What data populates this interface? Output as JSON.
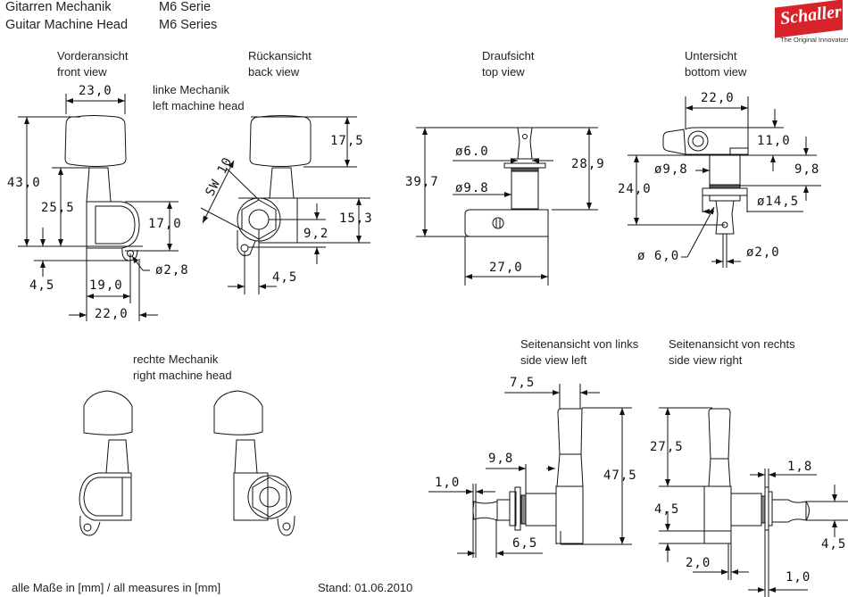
{
  "header": {
    "title_de": "Gitarren Mechanik",
    "title_en": "Guitar Machine Head",
    "series_de": "M6 Serie",
    "series_en": "M6 Series"
  },
  "logo": {
    "brand": "Schaller",
    "tagline": "The Original Innovators",
    "color": "#d8232a"
  },
  "views": {
    "front": {
      "de": "Vorderansicht",
      "en": "front view"
    },
    "back": {
      "de": "Rückansicht",
      "en": "back view"
    },
    "top": {
      "de": "Draufsicht",
      "en": "top view"
    },
    "bottom": {
      "de": "Untersicht",
      "en": "bottom view"
    },
    "left_head": {
      "de": "linke Mechanik",
      "en": "left machine head"
    },
    "right_head": {
      "de": "rechte Mechanik",
      "en": "right machine head"
    },
    "side_left": {
      "de": "Seitenansicht von links",
      "en": "side view left"
    },
    "side_right": {
      "de": "Seitenansicht von rechts",
      "en": "side view right"
    }
  },
  "dimensions": {
    "front": {
      "width_knob": "23,0",
      "height_total": "43,0",
      "height_post": "25,5",
      "height_housing": "17,0",
      "hole_offset": "4,5",
      "hole_diameter": "ø2,8",
      "hole_x": "19,0",
      "width_housing": "22,0"
    },
    "back": {
      "knob_height": "17,5",
      "wrench_size": "SW 10",
      "housing_height": "15,3",
      "shaft_height": "9,2",
      "hole_x": "4,5"
    },
    "top": {
      "shaft_diameter": "ø6.0",
      "bushing_diameter": "ø9.8",
      "height_total": "39,7",
      "height_shaft": "28,9",
      "width": "27,0"
    },
    "bottom": {
      "width": "22,0",
      "knob_height": "11,0",
      "bushing_diameter": "ø9,8",
      "bushing_height": "9,8",
      "height": "24,0",
      "washer_diameter": "ø14,5",
      "shaft_diameter": "ø 6,0",
      "hole_diameter": "ø2,0"
    },
    "side_left": {
      "knob_width": "7,5",
      "bushing_offset": "9,8",
      "post_tip": "1,0",
      "post_length": "6,5",
      "height_total": "47,5"
    },
    "side_right": {
      "knob_height": "27,5",
      "washer_thickness": "1,8",
      "tab_height": "4,5",
      "post_diameter": "4,5",
      "tab_thickness": "2,0",
      "plate_thickness": "1,0"
    }
  },
  "footer": {
    "units": "alle Maße in [mm] / all measures in [mm]",
    "date": "Stand: 01.06.2010"
  }
}
